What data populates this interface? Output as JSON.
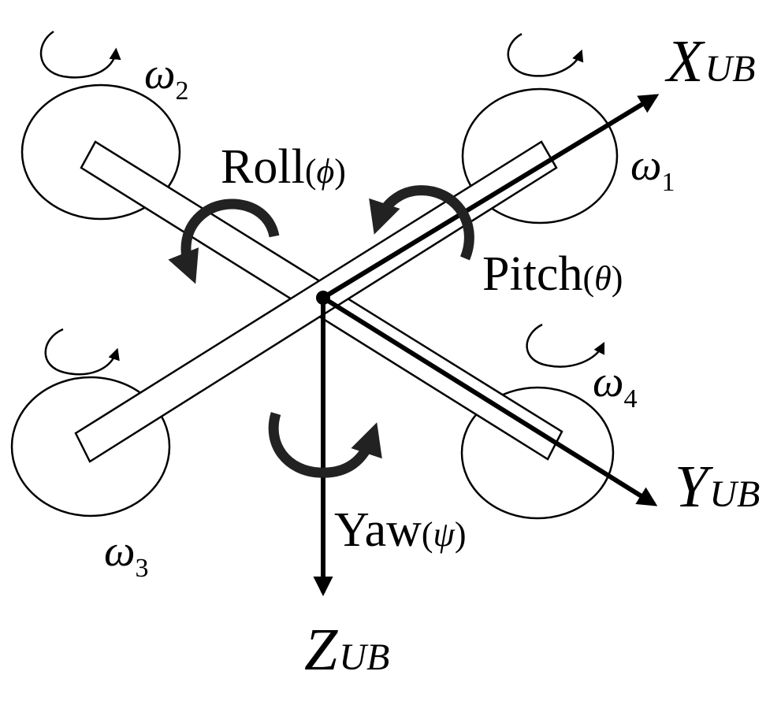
{
  "labels": {
    "x_axis": {
      "main": "X",
      "sub": "UB"
    },
    "y_axis": {
      "main": "Y",
      "sub": "UB"
    },
    "z_axis": {
      "main": "Z",
      "sub": "UB"
    },
    "roll": {
      "word": "Roll",
      "symbol": "ϕ"
    },
    "pitch": {
      "word": "Pitch",
      "symbol": "θ"
    },
    "yaw": {
      "word": "Yaw",
      "symbol": "ψ"
    },
    "omega1": {
      "main": "ω",
      "sub": "1"
    },
    "omega2": {
      "main": "ω",
      "sub": "2"
    },
    "omega3": {
      "main": "ω",
      "sub": "3"
    },
    "omega4": {
      "main": "ω",
      "sub": "4"
    }
  },
  "colors": {
    "ink": "#000000",
    "rotation_arrow": "#222222",
    "background": "#ffffff"
  }
}
